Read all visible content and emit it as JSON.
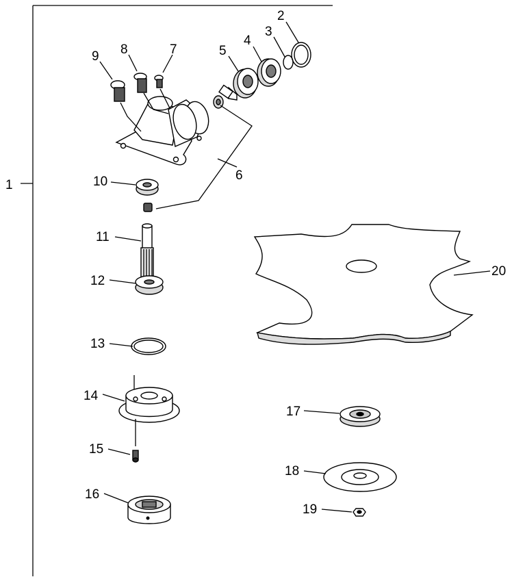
{
  "assembly_label": "1",
  "parts": [
    {
      "id": "2",
      "label": "2"
    },
    {
      "id": "3",
      "label": "3"
    },
    {
      "id": "4",
      "label": "4"
    },
    {
      "id": "5",
      "label": "5"
    },
    {
      "id": "6",
      "label": "6"
    },
    {
      "id": "7",
      "label": "7"
    },
    {
      "id": "8",
      "label": "8"
    },
    {
      "id": "9",
      "label": "9"
    },
    {
      "id": "10",
      "label": "10"
    },
    {
      "id": "11",
      "label": "11"
    },
    {
      "id": "12",
      "label": "12"
    },
    {
      "id": "13",
      "label": "13"
    },
    {
      "id": "14",
      "label": "14"
    },
    {
      "id": "15",
      "label": "15"
    },
    {
      "id": "16",
      "label": "16"
    },
    {
      "id": "17",
      "label": "17"
    },
    {
      "id": "18",
      "label": "18"
    },
    {
      "id": "19",
      "label": "19"
    },
    {
      "id": "20",
      "label": "20"
    }
  ]
}
